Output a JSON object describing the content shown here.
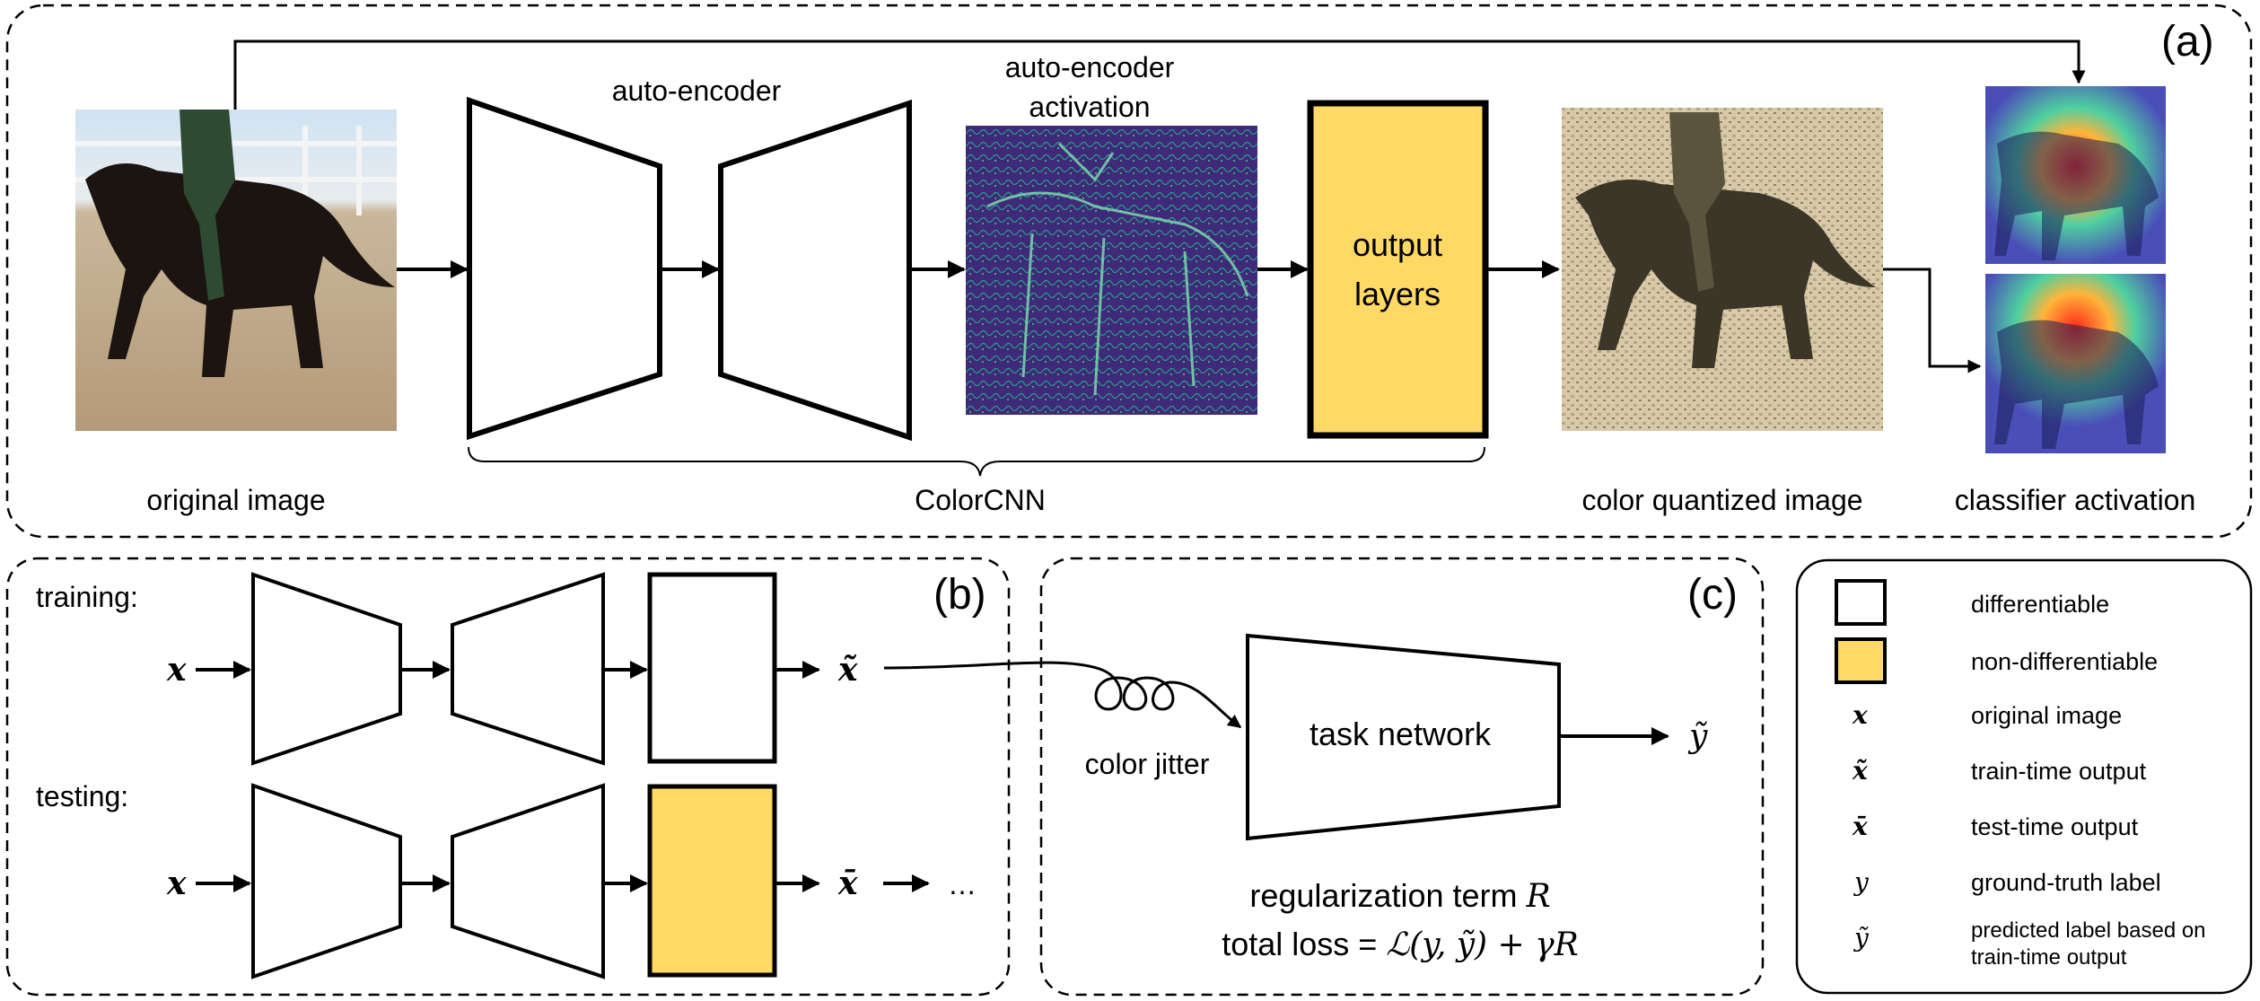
{
  "panel_a": {
    "tag": "(a)",
    "original_image_label": "original image",
    "auto_encoder_label": "auto-encoder",
    "activation_label_line1": "auto-encoder",
    "activation_label_line2": "activation",
    "output_layers_line1": "output",
    "output_layers_line2": "layers",
    "colorcnn_label": "ColorCNN",
    "quantized_label": "color quantized image",
    "classifier_label": "classifier activation"
  },
  "panel_b": {
    "tag": "(b)",
    "training_label": "training:",
    "testing_label": "testing:",
    "input_symbol": "x",
    "train_output_symbol": "x̃",
    "test_output_symbol": "x̄",
    "ellipsis": "…"
  },
  "panel_c": {
    "tag": "(c)",
    "color_jitter_label": "color jitter",
    "task_network_label": "task network",
    "prediction_symbol": "ỹ",
    "regularization_text": "regularization term ",
    "regularization_symbol": "R",
    "total_loss_text": "total loss = ",
    "loss_formula": "ℒ(y, ỹ) + γR"
  },
  "legend": {
    "items": [
      {
        "symbol": "",
        "label": "differentiable"
      },
      {
        "symbol": "",
        "label": "non-differentiable"
      },
      {
        "symbol": "x",
        "label": "original image"
      },
      {
        "symbol": "x̃",
        "label": "train-time output"
      },
      {
        "symbol": "x̄",
        "label": "test-time output"
      },
      {
        "symbol": "y",
        "label": "ground-truth label"
      },
      {
        "symbol": "ỹ",
        "label": "predicted label based on"
      }
    ],
    "last_line2": "train-time output"
  },
  "colors": {
    "non_differentiable_fill": "#FFD966",
    "stroke": "#000000"
  },
  "icons": [
    "horse-photo",
    "activation-heatmap",
    "quantized-photo",
    "classifier-heatmap",
    "encoder-trapezoid",
    "decoder-trapezoid",
    "arrow"
  ]
}
